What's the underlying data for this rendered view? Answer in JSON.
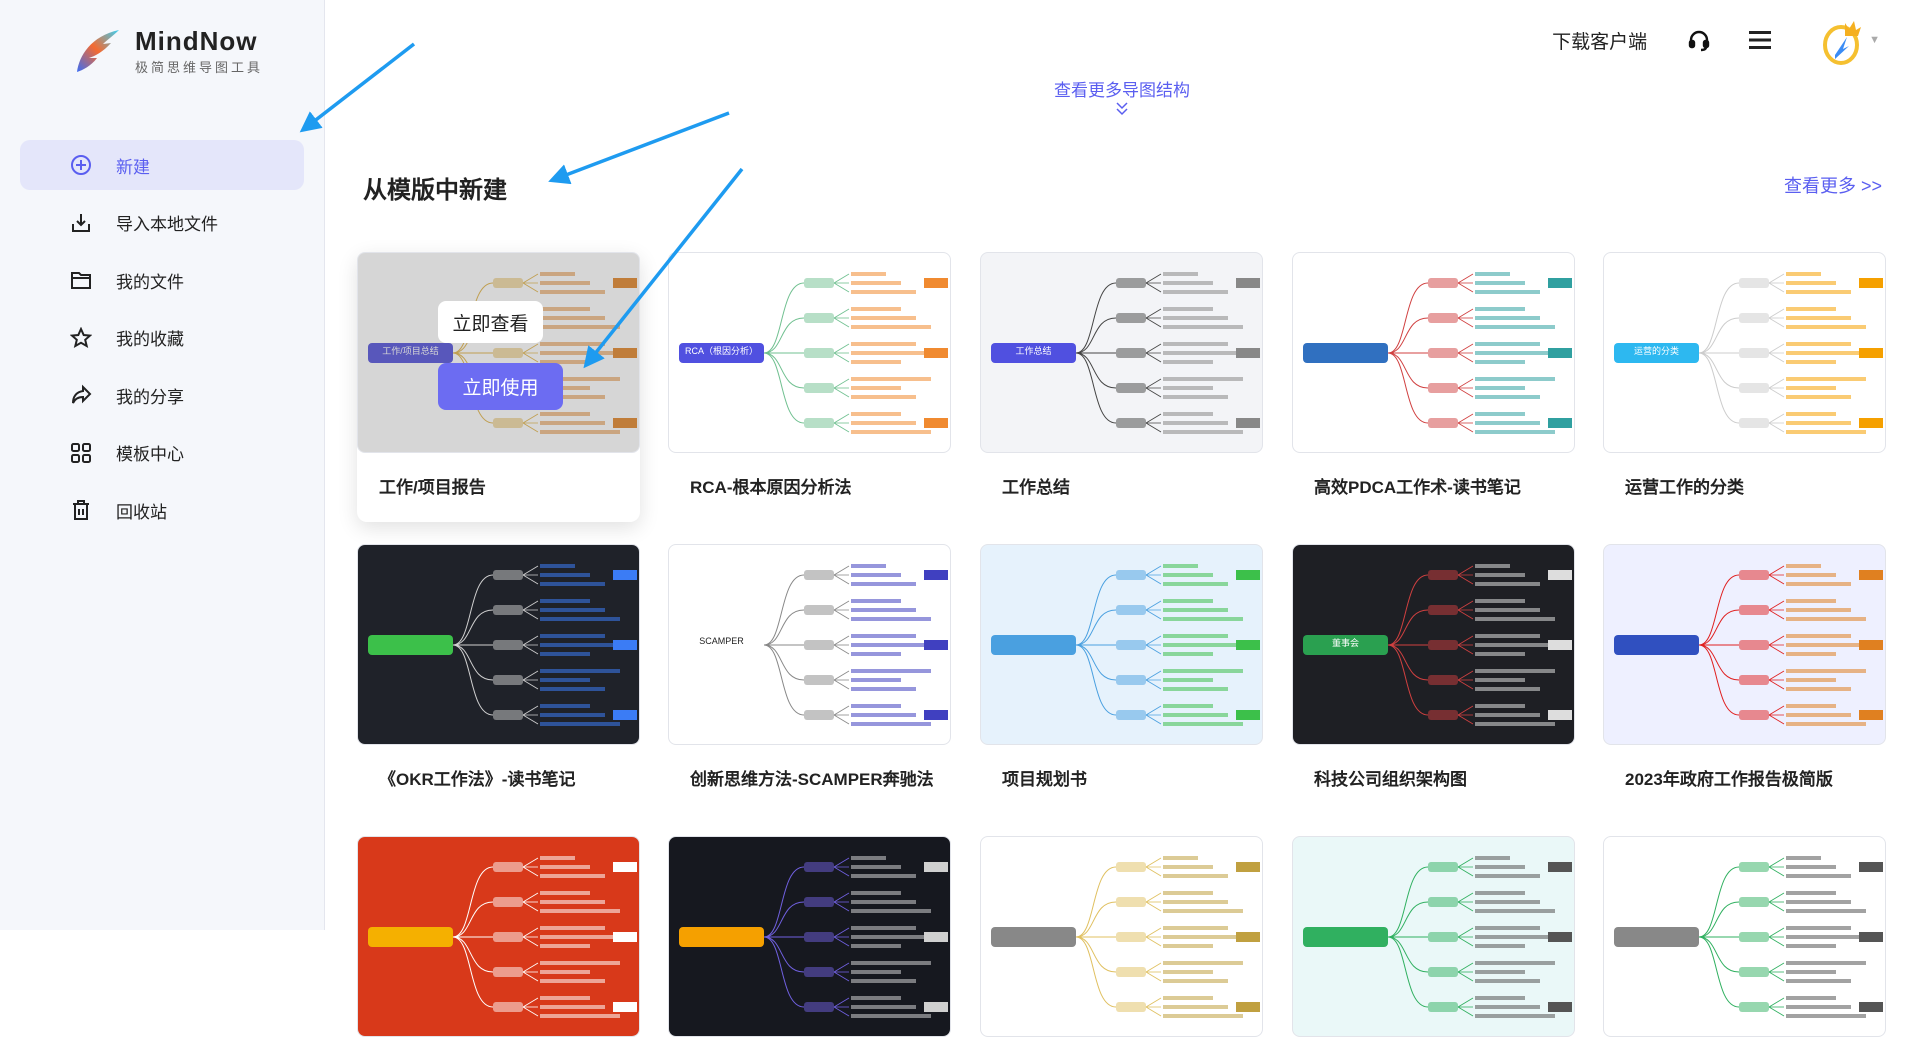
{
  "app": {
    "name": "MindNow",
    "tagline": "极简思维导图工具"
  },
  "sidebar": {
    "items": [
      {
        "label": "新建",
        "icon": "plus-circle-icon",
        "active": true
      },
      {
        "label": "导入本地文件",
        "icon": "import-icon"
      },
      {
        "label": "我的文件",
        "icon": "folder-icon"
      },
      {
        "label": "我的收藏",
        "icon": "star-icon"
      },
      {
        "label": "我的分享",
        "icon": "share-icon"
      },
      {
        "label": "模板中心",
        "icon": "grid-icon"
      },
      {
        "label": "回收站",
        "icon": "trash-icon"
      }
    ]
  },
  "topbar": {
    "download": "下载客户端"
  },
  "main": {
    "more_structures": "查看更多导图结构",
    "section_title": "从模版中新建",
    "see_more": "查看更多 >>",
    "hover_actions": {
      "view": "立即查看",
      "use": "立即使用"
    },
    "templates": [
      {
        "title": "工作/项目报告",
        "center": "工作/项目总结",
        "bg": "#ffffff",
        "line": "#e0b040",
        "node": "#4b4ad8",
        "accent": "#e08020"
      },
      {
        "title": "RCA-根本原因分析法",
        "center": "RCA（根因分析）",
        "bg": "#ffffff",
        "line": "#70c090",
        "node": "#5050e0",
        "accent": "#f08a30"
      },
      {
        "title": "工作总结",
        "center": "工作总结",
        "bg": "#f3f4f7",
        "line": "#444444",
        "node": "#5050e0",
        "accent": "#888888"
      },
      {
        "title": "高效PDCA工作术-读书笔记",
        "center": "",
        "bg": "#ffffff",
        "line": "#d04040",
        "node": "#3070c0",
        "accent": "#30a0a0"
      },
      {
        "title": "运营工作的分类",
        "center": "运营的分类",
        "bg": "#ffffff",
        "line": "#cccccc",
        "node": "#2db8f0",
        "accent": "#f5a000"
      },
      {
        "title": "《OKR工作法》-读书笔记",
        "center": "",
        "bg": "#1f2229",
        "line": "#d0d0d0",
        "node": "#3cc04a",
        "accent": "#3b7cf5"
      },
      {
        "title": "创新思维方法-SCAMPER奔驰法",
        "center": "SCAMPER",
        "bg": "#ffffff",
        "line": "#888888",
        "node": "#ffffff",
        "accent": "#4040c0"
      },
      {
        "title": "项目规划书",
        "center": "",
        "bg": "#e6f2fc",
        "line": "#4aa0e0",
        "node": "#4aa0e0",
        "accent": "#3cc04a"
      },
      {
        "title": "科技公司组织架构图",
        "center": "董事会",
        "bg": "#1e1f24",
        "line": "#d04040",
        "node": "#2aa050",
        "accent": "#dddddd"
      },
      {
        "title": "2023年政府工作报告极简版",
        "center": "",
        "bg": "#eef0ff",
        "line": "#e02020",
        "node": "#3050c0",
        "accent": "#e08020"
      },
      {
        "title": "",
        "center": "",
        "bg": "#d8391a",
        "line": "#ffffff",
        "node": "#f5b000",
        "accent": "#ffffff"
      },
      {
        "title": "",
        "center": "",
        "bg": "#16181f",
        "line": "#7060e0",
        "node": "#f5a000",
        "accent": "#d0d0d0"
      },
      {
        "title": "",
        "center": "",
        "bg": "#ffffff",
        "line": "#e0c060",
        "node": "#888888",
        "accent": "#c0a040"
      },
      {
        "title": "",
        "center": "",
        "bg": "#eaf8f8",
        "line": "#30b060",
        "node": "#30b060",
        "accent": "#555555"
      },
      {
        "title": "",
        "center": "",
        "bg": "#ffffff",
        "line": "#30b060",
        "node": "#888888",
        "accent": "#555555"
      }
    ]
  },
  "colors": {
    "accent": "#5a5ef0",
    "sidebar_bg": "#f5f7fb",
    "active_bg": "#e4e6fa",
    "arrow": "#1e9bf0"
  }
}
